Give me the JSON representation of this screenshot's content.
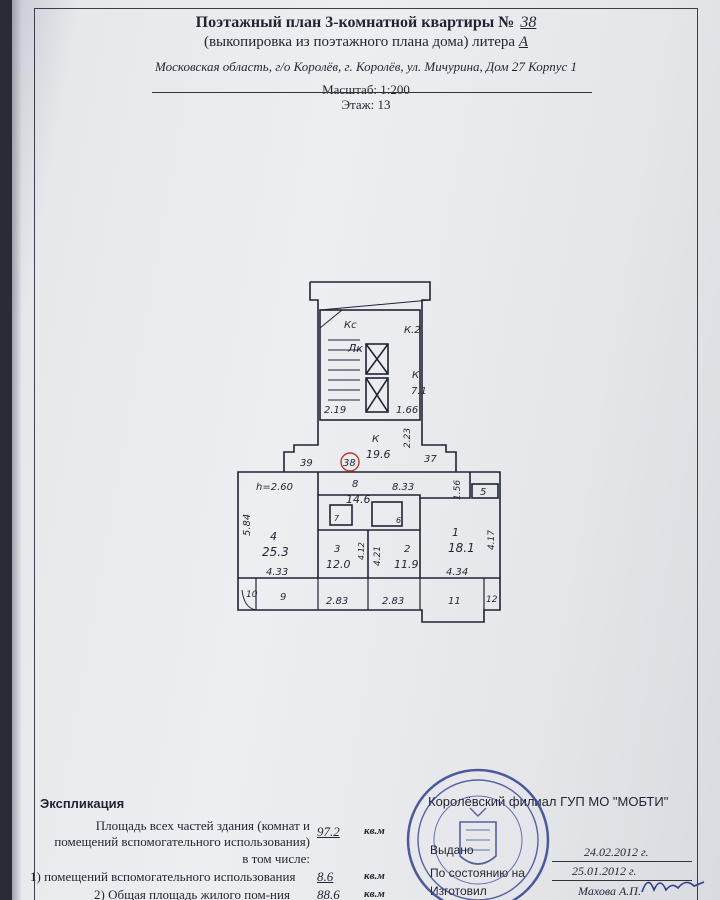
{
  "header": {
    "title": "Поэтажный план 3-комнатной квартиры №",
    "apartment_no": "38",
    "subtitle": "(выкопировка из поэтажного плана дома) литера",
    "litera": "А",
    "address": "Московская область, г/о Королёв, г. Королёв, ул. Мичурина, Дом 27 Корпус 1",
    "scale": "Масштаб: 1:200",
    "floor": "Этаж: 13"
  },
  "plan": {
    "rooms": [
      {
        "no": "4",
        "area": "25.3",
        "dims": [
          "5.84",
          "4.33"
        ]
      },
      {
        "no": "3",
        "area": "12.0",
        "dims": [
          "2.83"
        ]
      },
      {
        "no": "2",
        "area": "11.9",
        "dims": [
          "4.21",
          "2.83"
        ]
      },
      {
        "no": "1",
        "area": "18.1",
        "dims": [
          "4.17",
          "4.34"
        ]
      },
      {
        "no": "8",
        "area": "14.6",
        "dims": [
          "8.33"
        ]
      },
      {
        "no": "К",
        "area": "19.6",
        "dims": [
          "2.23"
        ]
      },
      {
        "no": "К",
        "area": "7.1",
        "dims": [
          "1.66"
        ]
      }
    ],
    "labels": {
      "stair": "Лк",
      "kc": "Кс",
      "k2": "К.2",
      "l219": "2.19",
      "n39": "39",
      "n37": "37",
      "n38": "38",
      "h": "h=2.60",
      "n15": "1.56",
      "n5": "5",
      "n6": "6",
      "n7": "7",
      "n10": "10",
      "n9": "9",
      "n11": "11",
      "n12": "12",
      "n4": "4.12"
    }
  },
  "explication": {
    "heading": "Экспликация",
    "total_label_1": "Площадь всех частей здания (комнат и",
    "total_label_2": "помещений вспомогательного использования)",
    "total_value": "97.2",
    "in_that": "в том числе:",
    "aux_label": "1) помещений вспомогательного использования",
    "aux_value": "8.6",
    "living_label": "2) Общая площадь жилого пом-ния",
    "living_value": "88.6",
    "unit": "кв.м"
  },
  "stamp_block": {
    "org": "Королёвский филиал ГУП МО \"МОБТИ\"",
    "issued_label": "Выдано",
    "issued_date": "24.02.2012 г.",
    "state_label": "По состоянию на",
    "state_date": "25.01.2012 г.",
    "made_label": "Изготовил",
    "made_name": "Махова А.П."
  },
  "colors": {
    "ink": "#1d2433",
    "stamp": "#2f3f8f",
    "red_circle": "#c0392b",
    "paper": "#eceef1"
  }
}
